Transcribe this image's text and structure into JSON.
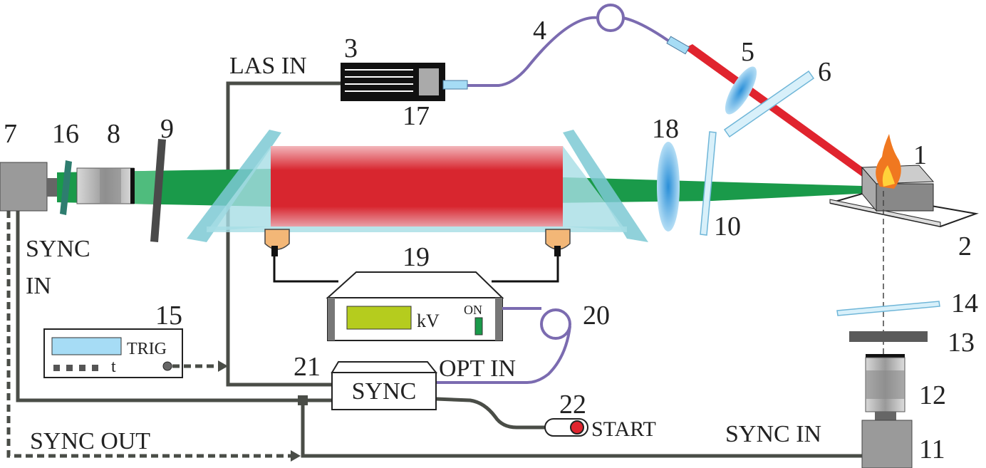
{
  "labels": {
    "n1": "1",
    "n2": "2",
    "n3": "3",
    "n4": "4",
    "n5": "5",
    "n6": "6",
    "n7": "7",
    "n8": "8",
    "n9": "9",
    "n10": "10",
    "n11": "11",
    "n12": "12",
    "n13": "13",
    "n14": "14",
    "n15": "15",
    "n16": "16",
    "n17": "17",
    "n18": "18",
    "n19": "19",
    "n20": "20",
    "n21": "21",
    "n22": "22",
    "las_in": "LAS IN",
    "sync_in_left_1": "SYNC",
    "sync_in_left_2": "IN",
    "sync_in_right": "SYNC IN",
    "sync_out": "SYNC OUT",
    "opt_in": "OPT IN",
    "start": "START",
    "sync_box": "SYNC",
    "trig": "TRIG",
    "t": "t",
    "kv": "kV",
    "on": "ON"
  },
  "colors": {
    "green_beam": "#1a9a4a",
    "red_beam": "#e0242e",
    "cell_glass": "#8fd3dc",
    "display_green": "#b5cc1e",
    "display_blue": "#a6dcf5",
    "wire": "#4a4d47",
    "fiber": "#7b6bb0"
  }
}
